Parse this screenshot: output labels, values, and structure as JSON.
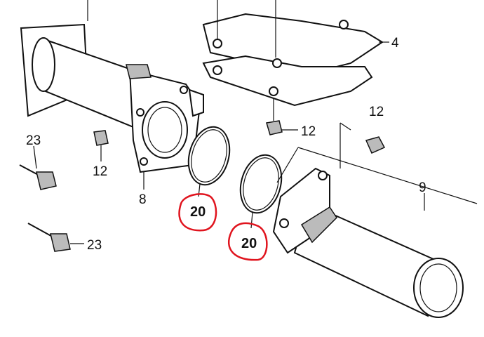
{
  "diagram": {
    "callouts": [
      {
        "id": "bracket",
        "label": "4"
      },
      {
        "id": "bolt-top-right",
        "label": "12"
      },
      {
        "id": "nut-middle",
        "label": "12"
      },
      {
        "id": "bolt-left-top",
        "label": "23"
      },
      {
        "id": "nut-left",
        "label": "12"
      },
      {
        "id": "flange-gasket",
        "label": "8"
      },
      {
        "id": "o-ring-1",
        "label": "20"
      },
      {
        "id": "o-ring-2",
        "label": "20"
      },
      {
        "id": "pipe-right",
        "label": "9"
      },
      {
        "id": "bolt-left-bottom",
        "label": "23"
      }
    ],
    "highlight_color": "#e0141e"
  }
}
